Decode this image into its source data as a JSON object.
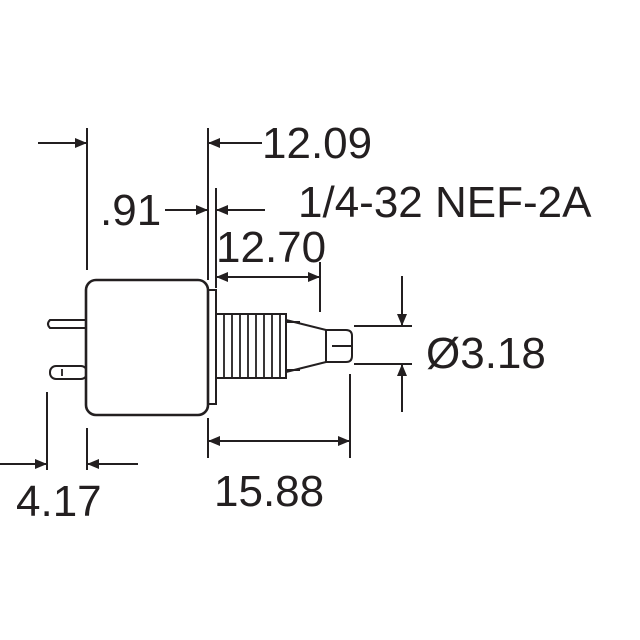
{
  "dimensions": {
    "overall_length": "12.09",
    "flange_thickness": ".91",
    "thread_spec": "1/4-32 NEF-2A",
    "bushing_length": "12.70",
    "shaft_diameter": "Ø3.18",
    "terminal_offset": "4.17",
    "shaft_length": "15.88"
  },
  "colors": {
    "ink": "#231f20",
    "background": "#ffffff"
  }
}
